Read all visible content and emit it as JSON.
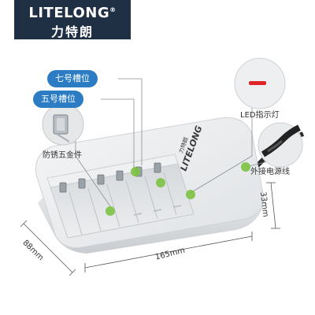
{
  "brand": {
    "name_en": "LITELONG",
    "registered_mark": "®",
    "name_cn": "力特朗"
  },
  "device_label": "LITELONG",
  "device_label_cn": "力特朗",
  "tags": {
    "aaa_slot": "七号槽位",
    "aa_slot": "五号槽位"
  },
  "callouts": {
    "rustproof_hardware": "防锈五金件",
    "led_indicator": "LED指示灯",
    "external_power_cord": "外接电源线"
  },
  "dimensions": {
    "length": "165mm",
    "height": "33mm",
    "width": "88mm"
  },
  "colors": {
    "accent_blue": "#2c7cc3",
    "marker_green": "#7cc242",
    "led_red": "#e0242a",
    "logo_bg": "#1f2f44"
  }
}
